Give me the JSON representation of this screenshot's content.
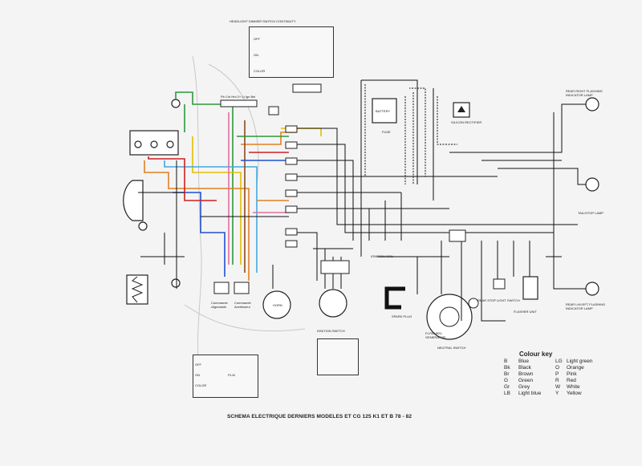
{
  "title": "SCHEMA ELECTRIQUE DERNIERS MODELES ET CG 125 K1 ET B   78 - 82",
  "labels": {
    "headlight_switch": "HEADLIGHT  DIMMER  SWITCH  CONTINUITY",
    "rear_rh": "REAR  RIGHT  FLASHING",
    "rear_rh2": "INDICATOR  LAMP",
    "tail_stop": "TAIL/STOP  LAMP",
    "rear_lh": "REAR  LH/LEFT  FLASHING",
    "rear_lh2": "INDICATOR  LAMP",
    "flasher": "FLASHER  UNIT",
    "rear_stop_switch": "REAR  STOP  LIGHT  SWITCH",
    "ignition_coil": "IGNITION  COIL",
    "spark_plug": "SPARK  PLUG",
    "flywheel": "FLYWHEEL",
    "generator": "GENERATOR",
    "neutral_switch": "NEUTRAL  SWITCH",
    "ignition_switch": "IGNITION  SWITCH",
    "horn": "HORN",
    "battery": "BATTERY",
    "fuse": "FUSE",
    "silicon_rectifier": "SILICON  RECTIFIER",
    "commande_clignotants": "Commande\nclignotants",
    "commande_avertisseur": "Commande\nAvertisseur",
    "top_grid_rows": [
      "OFF",
      "ON",
      "COLOR"
    ],
    "bottom_grid_rows": [
      "OFF",
      "ON",
      "P.LM",
      "COLOR"
    ],
    "connector_block_top": "Pb  Cnt  Hnt   2+   Lt  Ign  Bel"
  },
  "colour_key": {
    "title": "Colour key",
    "left": [
      {
        "code": "B",
        "name": "Blue"
      },
      {
        "code": "Bk",
        "name": "Black"
      },
      {
        "code": "Br",
        "name": "Brown"
      },
      {
        "code": "G",
        "name": "Green"
      },
      {
        "code": "Gr",
        "name": "Grey"
      },
      {
        "code": "LB",
        "name": "Light blue"
      }
    ],
    "right": [
      {
        "code": "LG",
        "name": "Light green"
      },
      {
        "code": "O",
        "name": "Orange"
      },
      {
        "code": "P",
        "name": "Pink"
      },
      {
        "code": "R",
        "name": "Red"
      },
      {
        "code": "W",
        "name": "White"
      },
      {
        "code": "Y",
        "name": "Yellow"
      }
    ]
  },
  "wire_colors": {
    "green": "#2a9a3a",
    "yellow": "#e0c000",
    "orange": "#e08020",
    "blue": "#2050d0",
    "light_blue": "#40a8e0",
    "red": "#d02020",
    "pink": "#e070a0",
    "brown": "#8a4a20",
    "black": "#111111",
    "grey": "#888888"
  }
}
